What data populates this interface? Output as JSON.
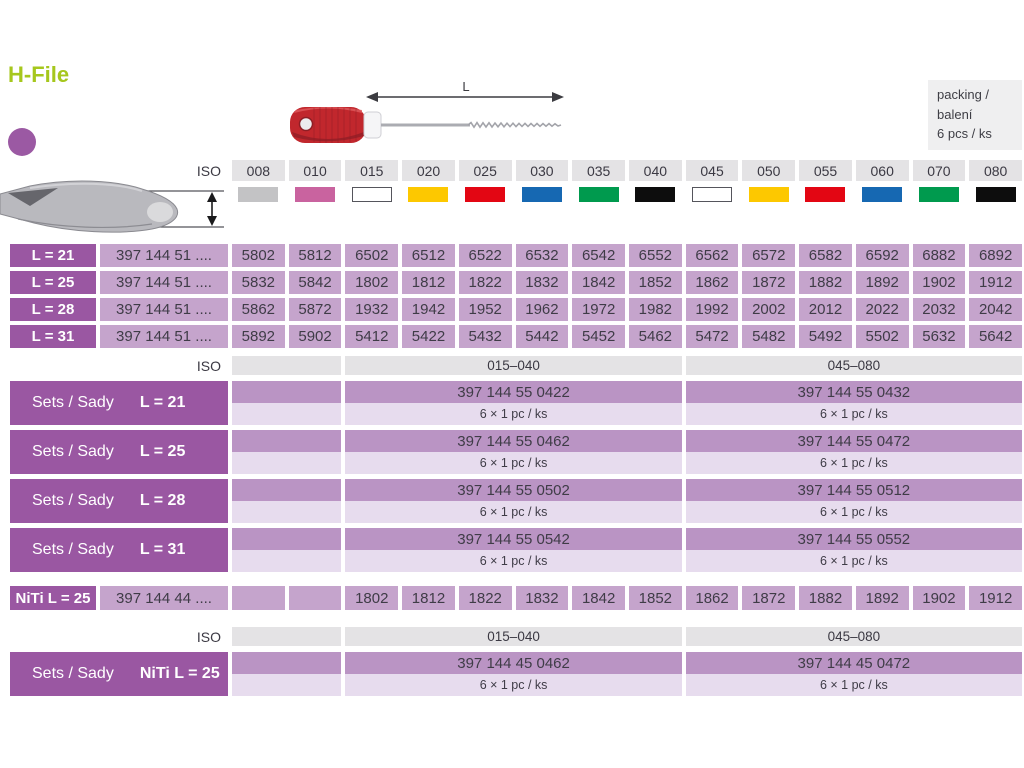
{
  "page": {
    "title": "H-File",
    "packing_box": {
      "line1": "packing / balení",
      "line2": "6 pcs / ks"
    },
    "dimension_label": "L"
  },
  "colors": {
    "accent_green": "#a6c71d",
    "purple_dark": "#9a57a2",
    "purple_light_cell": "#c5a4cc",
    "purple_medium_cell": "#ba94c4",
    "purple_pale_cell": "#e7dcee",
    "header_gray": "#e4e3e5",
    "handle_red": "#c1272d",
    "text_dark": "#3f3c47"
  },
  "iso_header": {
    "label": "ISO",
    "sizes": [
      {
        "code": "008",
        "color": "#c3c3c5",
        "outline": false
      },
      {
        "code": "010",
        "color": "#c9639f",
        "outline": false
      },
      {
        "code": "015",
        "color": "#ffffff",
        "outline": true
      },
      {
        "code": "020",
        "color": "#fdc800",
        "outline": false
      },
      {
        "code": "025",
        "color": "#e30613",
        "outline": false
      },
      {
        "code": "030",
        "color": "#1668b2",
        "outline": false
      },
      {
        "code": "035",
        "color": "#009a4e",
        "outline": false
      },
      {
        "code": "040",
        "color": "#0d0d0d",
        "outline": false
      },
      {
        "code": "045",
        "color": "#ffffff",
        "outline": true
      },
      {
        "code": "050",
        "color": "#fdc800",
        "outline": false
      },
      {
        "code": "055",
        "color": "#e30613",
        "outline": false
      },
      {
        "code": "060",
        "color": "#1668b2",
        "outline": false
      },
      {
        "code": "070",
        "color": "#009a4e",
        "outline": false
      },
      {
        "code": "080",
        "color": "#0d0d0d",
        "outline": false
      }
    ]
  },
  "main_table": {
    "rows": [
      {
        "label": "L = 21",
        "part_prefix": "397 144 51 ....",
        "codes": [
          "5802",
          "5812",
          "6502",
          "6512",
          "6522",
          "6532",
          "6542",
          "6552",
          "6562",
          "6572",
          "6582",
          "6592",
          "6882",
          "6892"
        ]
      },
      {
        "label": "L = 25",
        "part_prefix": "397 144 51 ....",
        "codes": [
          "5832",
          "5842",
          "1802",
          "1812",
          "1822",
          "1832",
          "1842",
          "1852",
          "1862",
          "1872",
          "1882",
          "1892",
          "1902",
          "1912"
        ]
      },
      {
        "label": "L = 28",
        "part_prefix": "397 144 51 ....",
        "codes": [
          "5862",
          "5872",
          "1932",
          "1942",
          "1952",
          "1962",
          "1972",
          "1982",
          "1992",
          "2002",
          "2012",
          "2022",
          "2032",
          "2042"
        ]
      },
      {
        "label": "L = 31",
        "part_prefix": "397 144 51 ....",
        "codes": [
          "5892",
          "5902",
          "5412",
          "5422",
          "5432",
          "5442",
          "5452",
          "5462",
          "5472",
          "5482",
          "5492",
          "5502",
          "5632",
          "5642"
        ]
      }
    ]
  },
  "sets_table": {
    "iso_label": "ISO",
    "col_headers": [
      "015–040",
      "045–080"
    ],
    "rows": [
      {
        "label": "Sets / Sady",
        "label_bold": "L = 21",
        "cols": [
          {
            "code": "397 144 55 0422",
            "pack": "6 × 1 pc / ks"
          },
          {
            "code": "397 144 55 0432",
            "pack": "6 × 1 pc / ks"
          }
        ]
      },
      {
        "label": "Sets / Sady",
        "label_bold": "L = 25",
        "cols": [
          {
            "code": "397 144 55 0462",
            "pack": "6 × 1 pc / ks"
          },
          {
            "code": "397 144 55 0472",
            "pack": "6 × 1 pc / ks"
          }
        ]
      },
      {
        "label": "Sets / Sady",
        "label_bold": "L = 28",
        "cols": [
          {
            "code": "397 144 55 0502",
            "pack": "6 × 1 pc / ks"
          },
          {
            "code": "397 144 55 0512",
            "pack": "6 × 1 pc / ks"
          }
        ]
      },
      {
        "label": "Sets / Sady",
        "label_bold": "L = 31",
        "cols": [
          {
            "code": "397 144 55 0542",
            "pack": "6 × 1 pc / ks"
          },
          {
            "code": "397 144 55 0552",
            "pack": "6 × 1 pc / ks"
          }
        ]
      }
    ]
  },
  "niti_row": {
    "label": "NiTi  L = 25",
    "part_prefix": "397 144 44 ....",
    "codes": [
      "1802",
      "1812",
      "1822",
      "1832",
      "1842",
      "1852",
      "1862",
      "1872",
      "1882",
      "1892",
      "1902",
      "1912"
    ]
  },
  "niti_sets_table": {
    "iso_label": "ISO",
    "col_headers": [
      "015–040",
      "045–080"
    ],
    "rows": [
      {
        "label": "Sets / Sady",
        "label_bold": "NiTi  L = 25",
        "cols": [
          {
            "code": "397 144 45 0462",
            "pack": "6 × 1 pc / ks"
          },
          {
            "code": "397 144 45 0472",
            "pack": "6 × 1 pc / ks"
          }
        ]
      }
    ]
  }
}
